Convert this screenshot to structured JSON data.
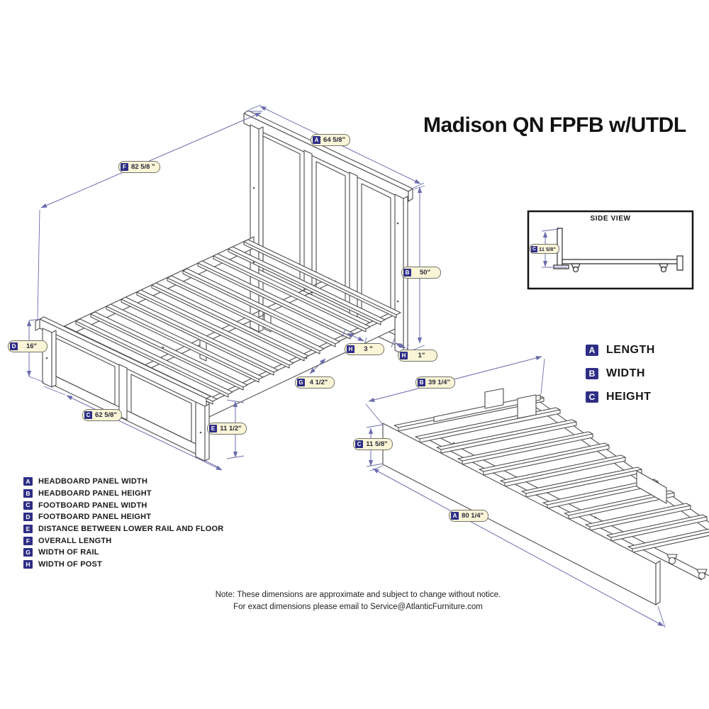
{
  "title": "Madison QN FPFB w/UTDL",
  "side_view": {
    "title": "SIDE VIEW",
    "dim": {
      "letter": "C",
      "value": "11 5/8\""
    }
  },
  "main_dims": {
    "a_headboard_width": {
      "letter": "A",
      "value": "64 5/8\""
    },
    "f_overall_length": {
      "letter": "F",
      "value": "82 5/8 \""
    },
    "b_headboard_height": {
      "letter": "B",
      "value": "50\""
    },
    "d_footboard_height": {
      "letter": "D",
      "value": "16\""
    },
    "h_post_3": {
      "letter": "H",
      "value": "3 \""
    },
    "h_post_1": {
      "letter": "H",
      "value": "1\""
    },
    "g_rail_width": {
      "letter": "G",
      "value": "4 1/2\""
    },
    "c_footboard_width": {
      "letter": "C",
      "value": "62 5/8\""
    },
    "e_lower_rail_floor": {
      "letter": "E",
      "value": "11 1/2\""
    }
  },
  "trundle_dims": {
    "b_width": {
      "letter": "B",
      "value": "39 1/4\""
    },
    "c_height": {
      "letter": "C",
      "value": "11 5/8\""
    },
    "a_length": {
      "letter": "A",
      "value": "80 1/4\""
    }
  },
  "abc_legend": [
    {
      "letter": "A",
      "label": "LENGTH"
    },
    {
      "letter": "B",
      "label": "WIDTH"
    },
    {
      "letter": "C",
      "label": "HEIGHT"
    }
  ],
  "legend": [
    {
      "letter": "A",
      "label": "HEADBOARD PANEL WIDTH"
    },
    {
      "letter": "B",
      "label": "HEADBOARD PANEL HEIGHT"
    },
    {
      "letter": "C",
      "label": "FOOTBOARD PANEL WIDTH"
    },
    {
      "letter": "D",
      "label": "FOOTBOARD PANEL HEIGHT"
    },
    {
      "letter": "E",
      "label": "DISTANCE BETWEEN LOWER RAIL AND FLOOR"
    },
    {
      "letter": "F",
      "label": "OVERALL LENGTH"
    },
    {
      "letter": "G",
      "label": "WIDTH OF RAIL"
    },
    {
      "letter": "H",
      "label": "WIDTH OF POST"
    }
  ],
  "note": {
    "line1": "Note:  These dimensions are approximate and subject to change without notice.",
    "line2": "For exact dimensions please email to Service@AtlanticFurniture.com"
  },
  "colors": {
    "dimension_line": "#6c6cae",
    "chip_background": "#faf5d7",
    "badge": "#2e2e86",
    "line_art": "#4c4c4c"
  }
}
